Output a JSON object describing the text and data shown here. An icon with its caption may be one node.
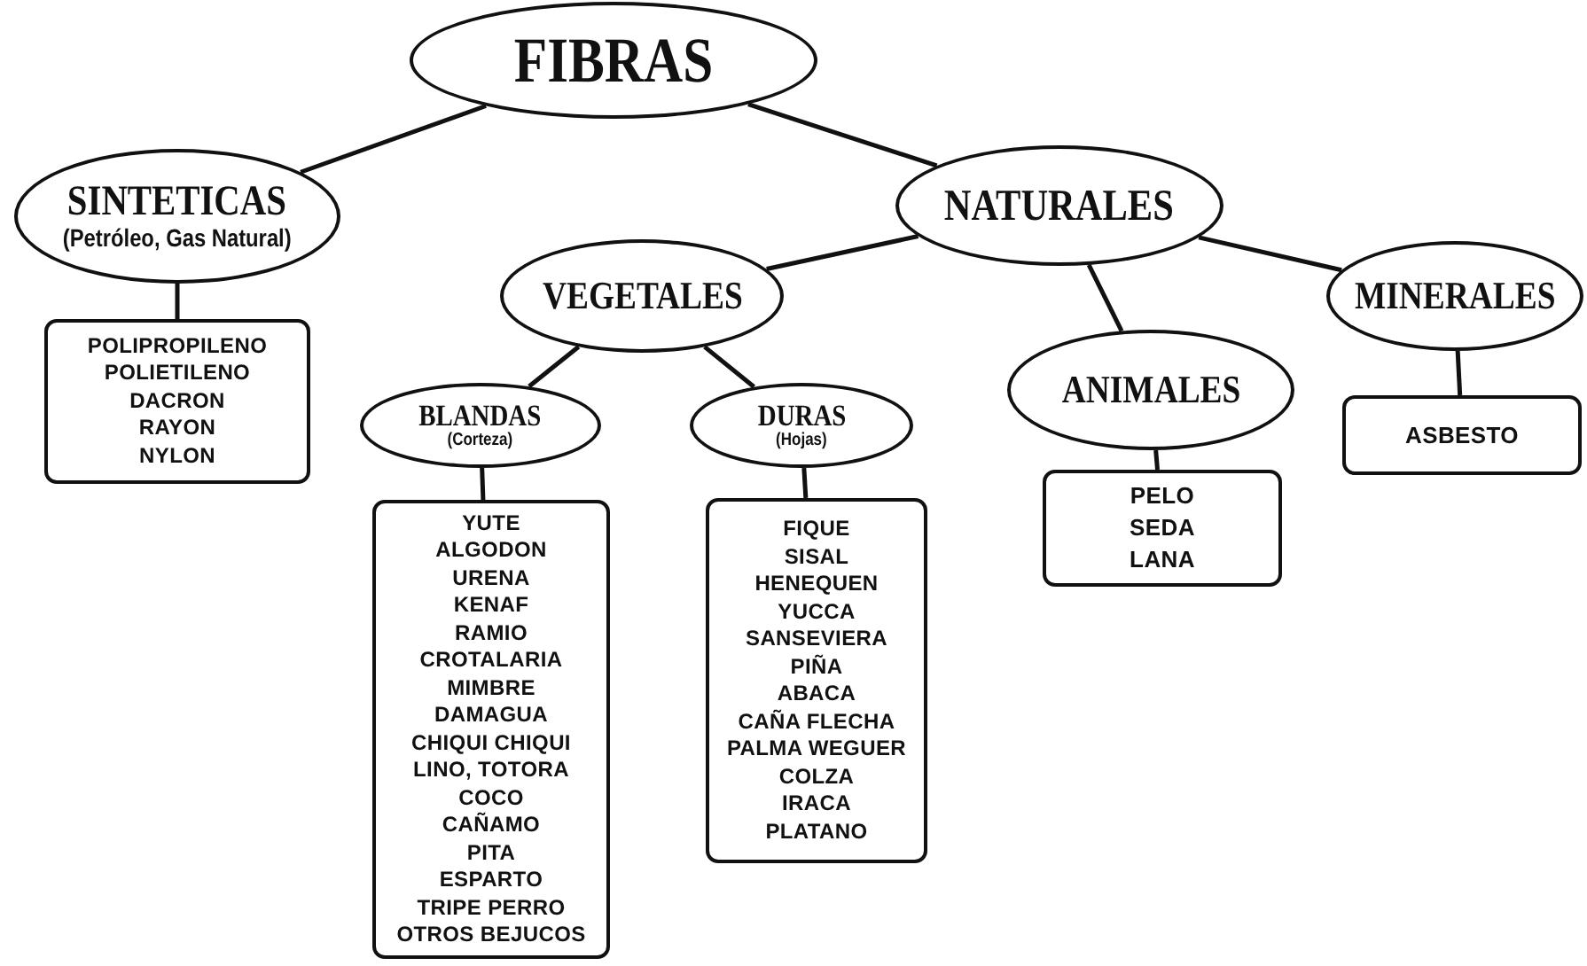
{
  "diagram": {
    "nodes": [
      {
        "text": [
          "FIBRAS"
        ]
      },
      {
        "text": [
          "SINTETICAS",
          "(Petróleo, Gas Natural)"
        ]
      },
      {
        "text": [
          "NATURALES"
        ]
      },
      {
        "text": [
          "VEGETALES"
        ]
      },
      {
        "text": [
          "ANIMALES"
        ]
      },
      {
        "text": [
          "MINERALES"
        ]
      },
      {
        "text": [
          "POLIPROPILENO",
          "POLIETILENO",
          "DACRON",
          "RAYON",
          "NYLON"
        ]
      },
      {
        "text": [
          "BLANDAS",
          "(Corteza)"
        ]
      },
      {
        "text": [
          "DURAS",
          "(Hojas)"
        ]
      },
      {
        "text": [
          "YUTE",
          "ALGODON",
          "URENA",
          "KENAF",
          "RAMIO",
          "CROTALARIA",
          "MIMBRE",
          "DAMAGUA",
          "CHIQUI CHIQUI",
          "LINO, TOTORA",
          "COCO",
          "CAÑAMO",
          "PITA",
          "ESPARTO",
          "TRIPE PERRO",
          "OTROS BEJUCOS"
        ]
      },
      {
        "text": [
          "FIQUE",
          "SISAL",
          "HENEQUEN",
          "YUCCA",
          "SANSEVIERA",
          "PIÑA",
          "ABACA",
          "CAÑA FLECHA",
          "PALMA WEGUER",
          "COLZA",
          "IRACA",
          "PLATANO"
        ]
      },
      {
        "text": [
          "PELO",
          "SEDA",
          "LANA"
        ]
      },
      {
        "text": [
          "ASBESTO"
        ]
      }
    ],
    "edges": [
      {
        "from": 0,
        "to": 1,
        "arrow": "none"
      },
      {
        "from": 0,
        "to": 2,
        "arrow": "none"
      },
      {
        "from": 1,
        "to": 6,
        "arrow": "none"
      },
      {
        "from": 2,
        "to": 3,
        "arrow": "none"
      },
      {
        "from": 2,
        "to": 4,
        "arrow": "none"
      },
      {
        "from": 2,
        "to": 5,
        "arrow": "none"
      },
      {
        "from": 3,
        "to": 7,
        "arrow": "none"
      },
      {
        "from": 3,
        "to": 8,
        "arrow": "none"
      },
      {
        "from": 7,
        "to": 9,
        "arrow": "none"
      },
      {
        "from": 8,
        "to": 10,
        "arrow": "none"
      },
      {
        "from": 4,
        "to": 11,
        "arrow": "none"
      },
      {
        "from": 5,
        "to": 12,
        "arrow": "none"
      }
    ]
  }
}
